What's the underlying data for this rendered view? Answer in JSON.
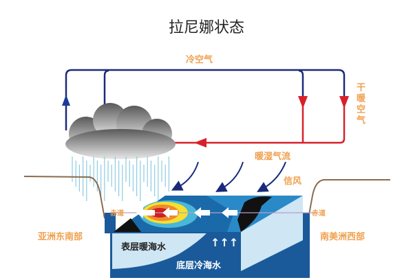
{
  "title": "拉尼娜状态",
  "labels": {
    "cold_air": "冷空气",
    "dry_warm_air": "干暖空气",
    "warm_moist_airflow": "暖湿气流",
    "trade_wind": "信风",
    "equator_left": "赤道",
    "equator_right": "赤道",
    "southeast_asia": "亚洲东南部",
    "west_south_america": "南美洲西部",
    "surface_warm_water": "表层暖海水",
    "deep_cold_water": "底层冷海水",
    "upwelling_arrows": "↑↑↑"
  },
  "colors": {
    "cold_air": "#1a2a7a",
    "warm_air": "#d8202a",
    "label": "#f0a050",
    "ocean_dark": "#1a5a9a",
    "ocean_light": "#cfe6f4"
  }
}
